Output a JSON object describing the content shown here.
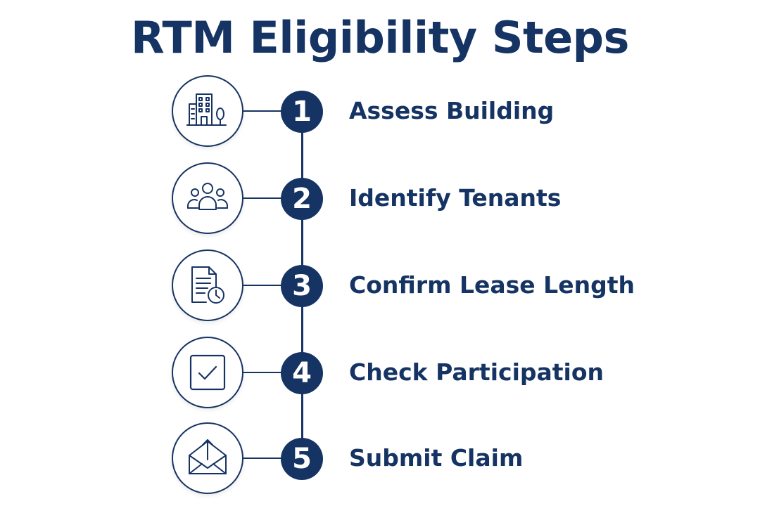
{
  "title": "RTM Eligibility Steps",
  "accent_color": "#163463",
  "steps": [
    {
      "number": "1",
      "label": "Assess Building",
      "icon": "building-icon"
    },
    {
      "number": "2",
      "label": "Identify Tenants",
      "icon": "people-icon"
    },
    {
      "number": "3",
      "label": "Confirm Lease Length",
      "icon": "document-clock-icon"
    },
    {
      "number": "4",
      "label": "Check Participation",
      "icon": "checkbox-icon"
    },
    {
      "number": "5",
      "label": "Submit Claim",
      "icon": "envelope-upload-icon"
    }
  ]
}
